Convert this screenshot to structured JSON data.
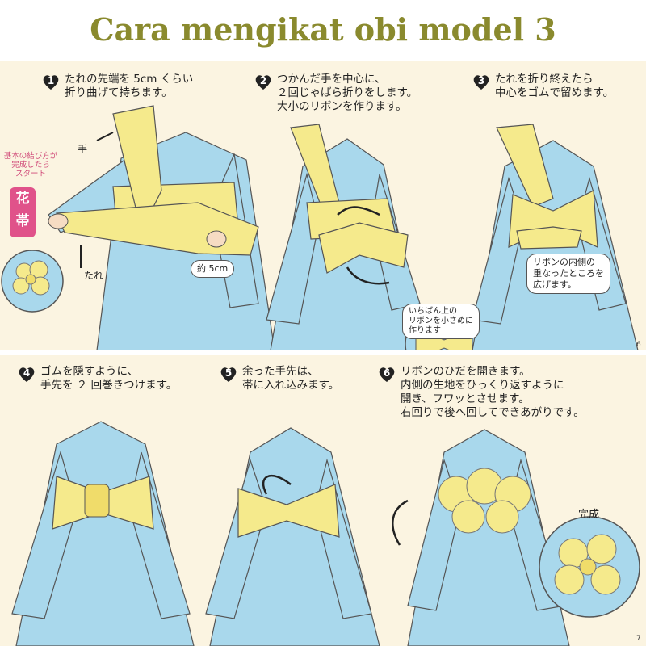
{
  "title": "Cara mengikat obi model 3",
  "colors": {
    "title": "#8a8a2e",
    "kimono": "#a9d8ec",
    "obi": "#f5ea8c",
    "paper": "#fbf4e1",
    "heart": "#222222",
    "badge": "#e0528a"
  },
  "side_note": {
    "text": "基本の結び方が\n完成したら\nスタート",
    "badge": "花\n帯"
  },
  "steps": [
    {
      "num": "1",
      "text": "たれの先端を 5cm くらい\n折り曲げて持ちます。"
    },
    {
      "num": "2",
      "text": "つかんだ手を中心に、\n２回じゃばら折りをします。\n大小のリボンを作ります。"
    },
    {
      "num": "3",
      "text": "たれを折り終えたら\n中心をゴムで留めます。"
    },
    {
      "num": "4",
      "text": "ゴムを隠すように、\n手先を ２ 回巻きつけます。"
    },
    {
      "num": "5",
      "text": "余った手先は、\n帯に入れ込みます。"
    },
    {
      "num": "6",
      "text": "リボンのひだを開きます。\n内側の生地をひっくり返すように\n開き、フワッとさせます。\n右回りで後へ回してできあがりです。"
    }
  ],
  "labels": {
    "te": "手",
    "tare": "たれ",
    "five_cm": "約 5cm",
    "step2_bubble": "いちばん上の\nリボンを小さめに\n作ります",
    "step3_bubble": "リボンの内側の\n重なったところを\n広げます。",
    "kansei": "完成"
  },
  "page_numbers": {
    "top": "6",
    "bottom": "7"
  }
}
